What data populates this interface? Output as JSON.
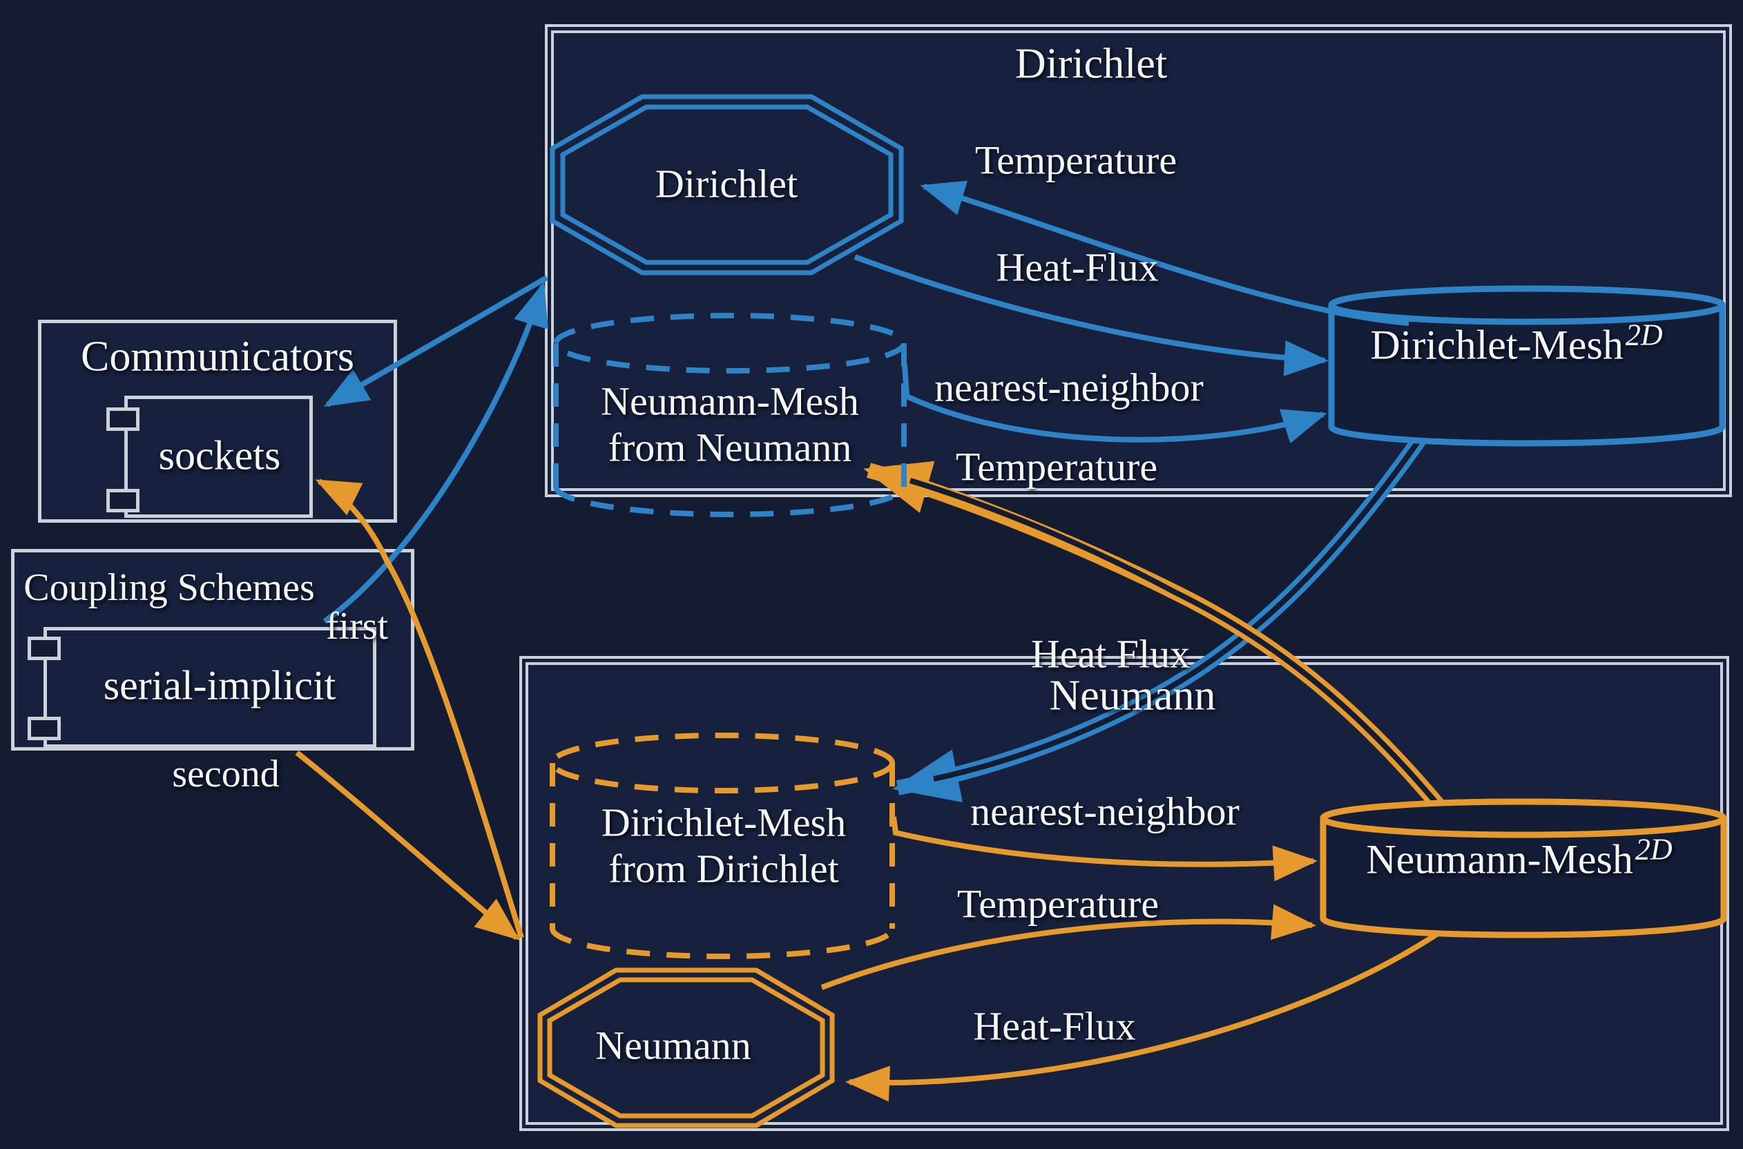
{
  "colors": {
    "background": "#141c33",
    "panel": "#17213d",
    "blue": "#2e82c6",
    "orange": "#e69a2d",
    "frame_white": "#ccd1d9",
    "text_white": "#f4f5f7"
  },
  "communicators": {
    "title": "Communicators",
    "item": "sockets"
  },
  "coupling_schemes": {
    "title": "Coupling Schemes",
    "item": "serial-implicit",
    "first": "first",
    "second": "second"
  },
  "dirichlet": {
    "box_title": "Dirichlet",
    "solver": "Dirichlet",
    "read_label": "Temperature",
    "write_label": "Heat-Flux",
    "mapping_label": "nearest-neighbor",
    "exchange_label": "Temperature",
    "remote_mesh_line1": "Neumann-Mesh",
    "remote_mesh_line2": "from Neumann",
    "mesh_name": "Dirichlet-Mesh",
    "mesh_sup": "2D"
  },
  "neumann": {
    "box_title": "Neumann",
    "exchange_label": "Heat Flux",
    "solver": "Neumann",
    "mapping_label": "nearest-neighbor",
    "write_label": "Temperature",
    "read_label": "Heat-Flux",
    "remote_mesh_line1": "Dirichlet-Mesh",
    "remote_mesh_line2": "from Dirichlet",
    "mesh_name": "Neumann-Mesh",
    "mesh_sup": "2D"
  }
}
